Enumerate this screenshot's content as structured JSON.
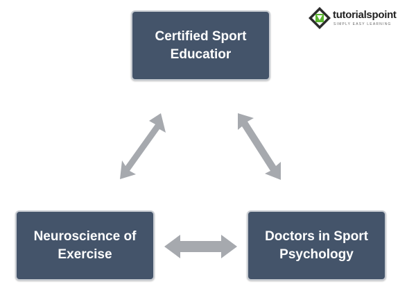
{
  "nodes": {
    "top": "Certified Sport\nEducatior",
    "left": "Neuroscience of\nExercise",
    "right": "Doctors in Sport\nPsychology"
  },
  "logo": {
    "brand": "tutorialspoint",
    "tagline": "SIMPLY EASY LEARNING"
  },
  "colors": {
    "box_fill": "#44546a",
    "arrow_fill": "#a6a9ae",
    "logo_accent": "#5bb531"
  },
  "connections": [
    [
      "top",
      "left"
    ],
    [
      "top",
      "right"
    ],
    [
      "left",
      "right"
    ]
  ]
}
